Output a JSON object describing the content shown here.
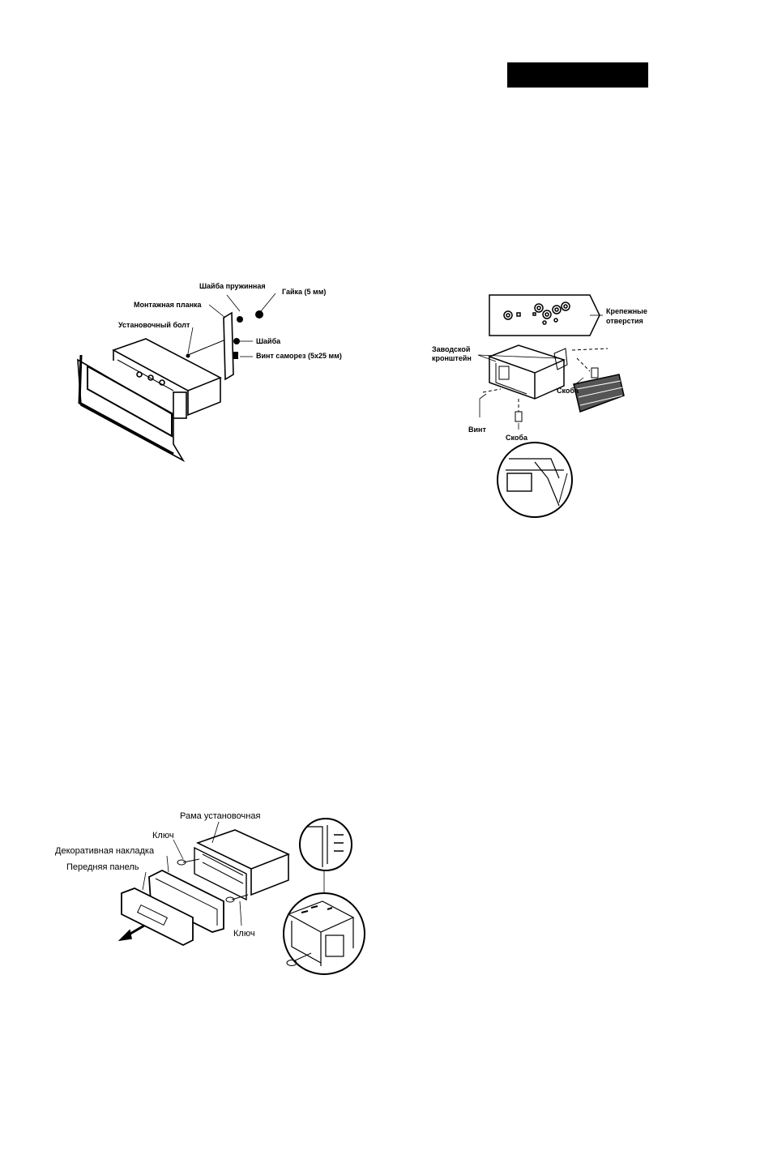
{
  "header": {
    "black_bar": ""
  },
  "fig1": {
    "washer_spring": "Шайба пружинная",
    "nut": "Гайка (5 мм)",
    "mounting_strap": "Монтажная планка",
    "mounting_bolt": "Установочный болт",
    "washer": "Шайба",
    "screw": "Винт саморез (5х25 мм)"
  },
  "fig2": {
    "mount_holes_line1": "Крепежные",
    "mount_holes_line2": "отверстия",
    "factory_bracket_line1": "Заводской",
    "factory_bracket_line2": "кронштейн",
    "clip_right": "Скоба",
    "screw": "Винт",
    "clip_bottom": "Скоба"
  },
  "fig3": {
    "sleeve": "Рама установочная",
    "key_top": "Ключ",
    "trim_plate": "Декоративная накладка",
    "front_panel": "Передняя панель",
    "key_bottom": "Ключ"
  }
}
